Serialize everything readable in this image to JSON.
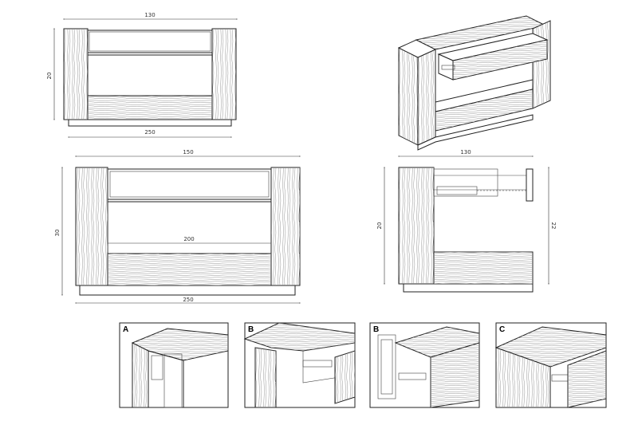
{
  "top_left_view": {
    "width_top": "130",
    "height_left": "20",
    "width_bottom": "250"
  },
  "middle_left_view": {
    "width_top": "150",
    "height_left": "30",
    "inner_width": "200",
    "width_bottom": "250"
  },
  "side_view": {
    "width_top": "130",
    "height_left": "20",
    "height_right": "22"
  },
  "details": [
    {
      "label": "A"
    },
    {
      "label": "B"
    },
    {
      "label": "B"
    },
    {
      "label": "C"
    }
  ],
  "colors": {
    "line": "#222222",
    "grain": "#888888",
    "background": "#ffffff"
  }
}
